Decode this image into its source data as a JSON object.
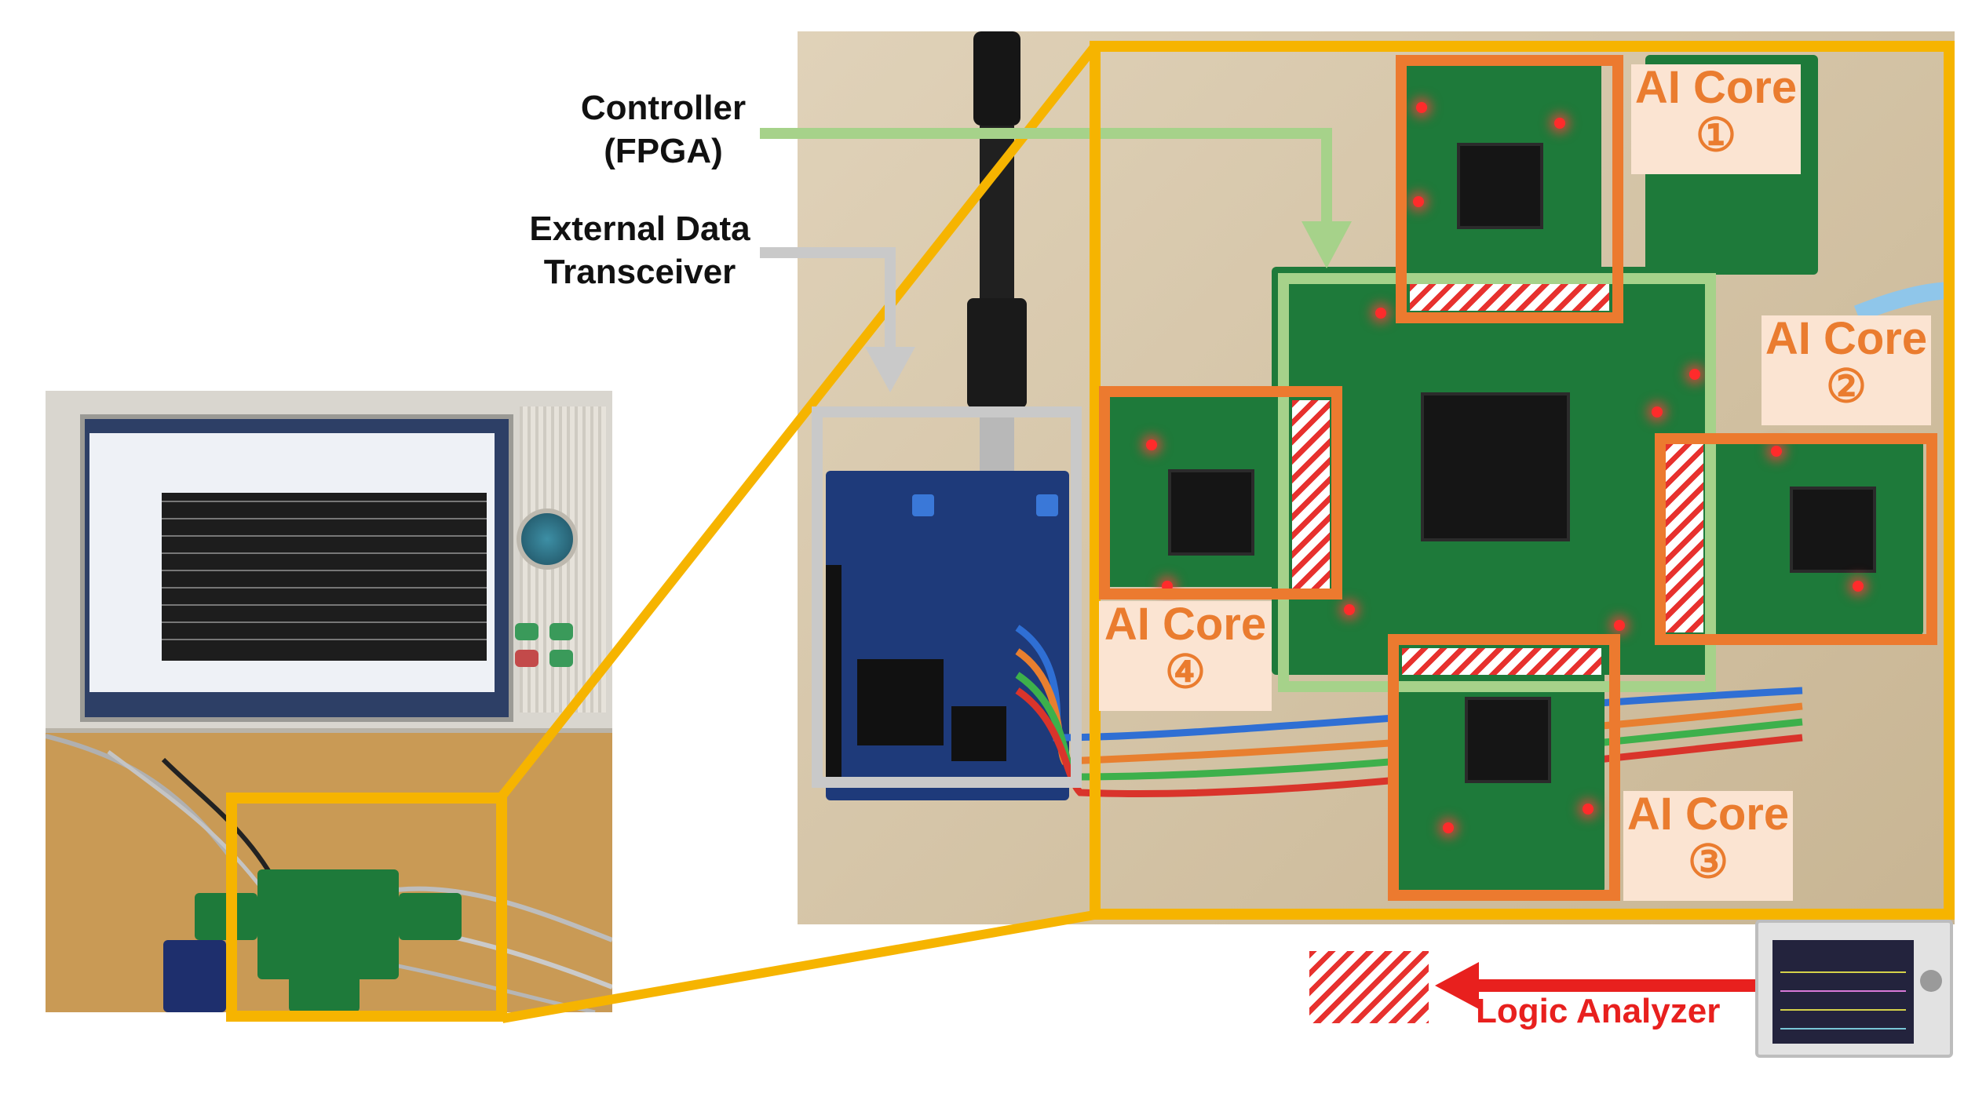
{
  "labels": {
    "controller": "Controller\n(FPGA)",
    "transceiver": "External Data\nTransceiver",
    "logic_analyzer": "Logic Analyzer"
  },
  "cores": [
    {
      "title": "AI Core",
      "number": "①"
    },
    {
      "title": "AI Core",
      "number": "②"
    },
    {
      "title": "AI Core",
      "number": "③"
    },
    {
      "title": "AI Core",
      "number": "④"
    }
  ],
  "colors": {
    "highlight_yellow": "#f6b400",
    "core_orange": "#ec7a2f",
    "fpga_green": "#a6d28a",
    "transceiver_gray": "#c9c9c9",
    "signal_red": "#e8201e",
    "label_bg": "#fbe4d2"
  },
  "icons": [
    "logic-analyzer-icon",
    "monitor-photo",
    "fpga-board-photo",
    "arduino-board-photo"
  ]
}
